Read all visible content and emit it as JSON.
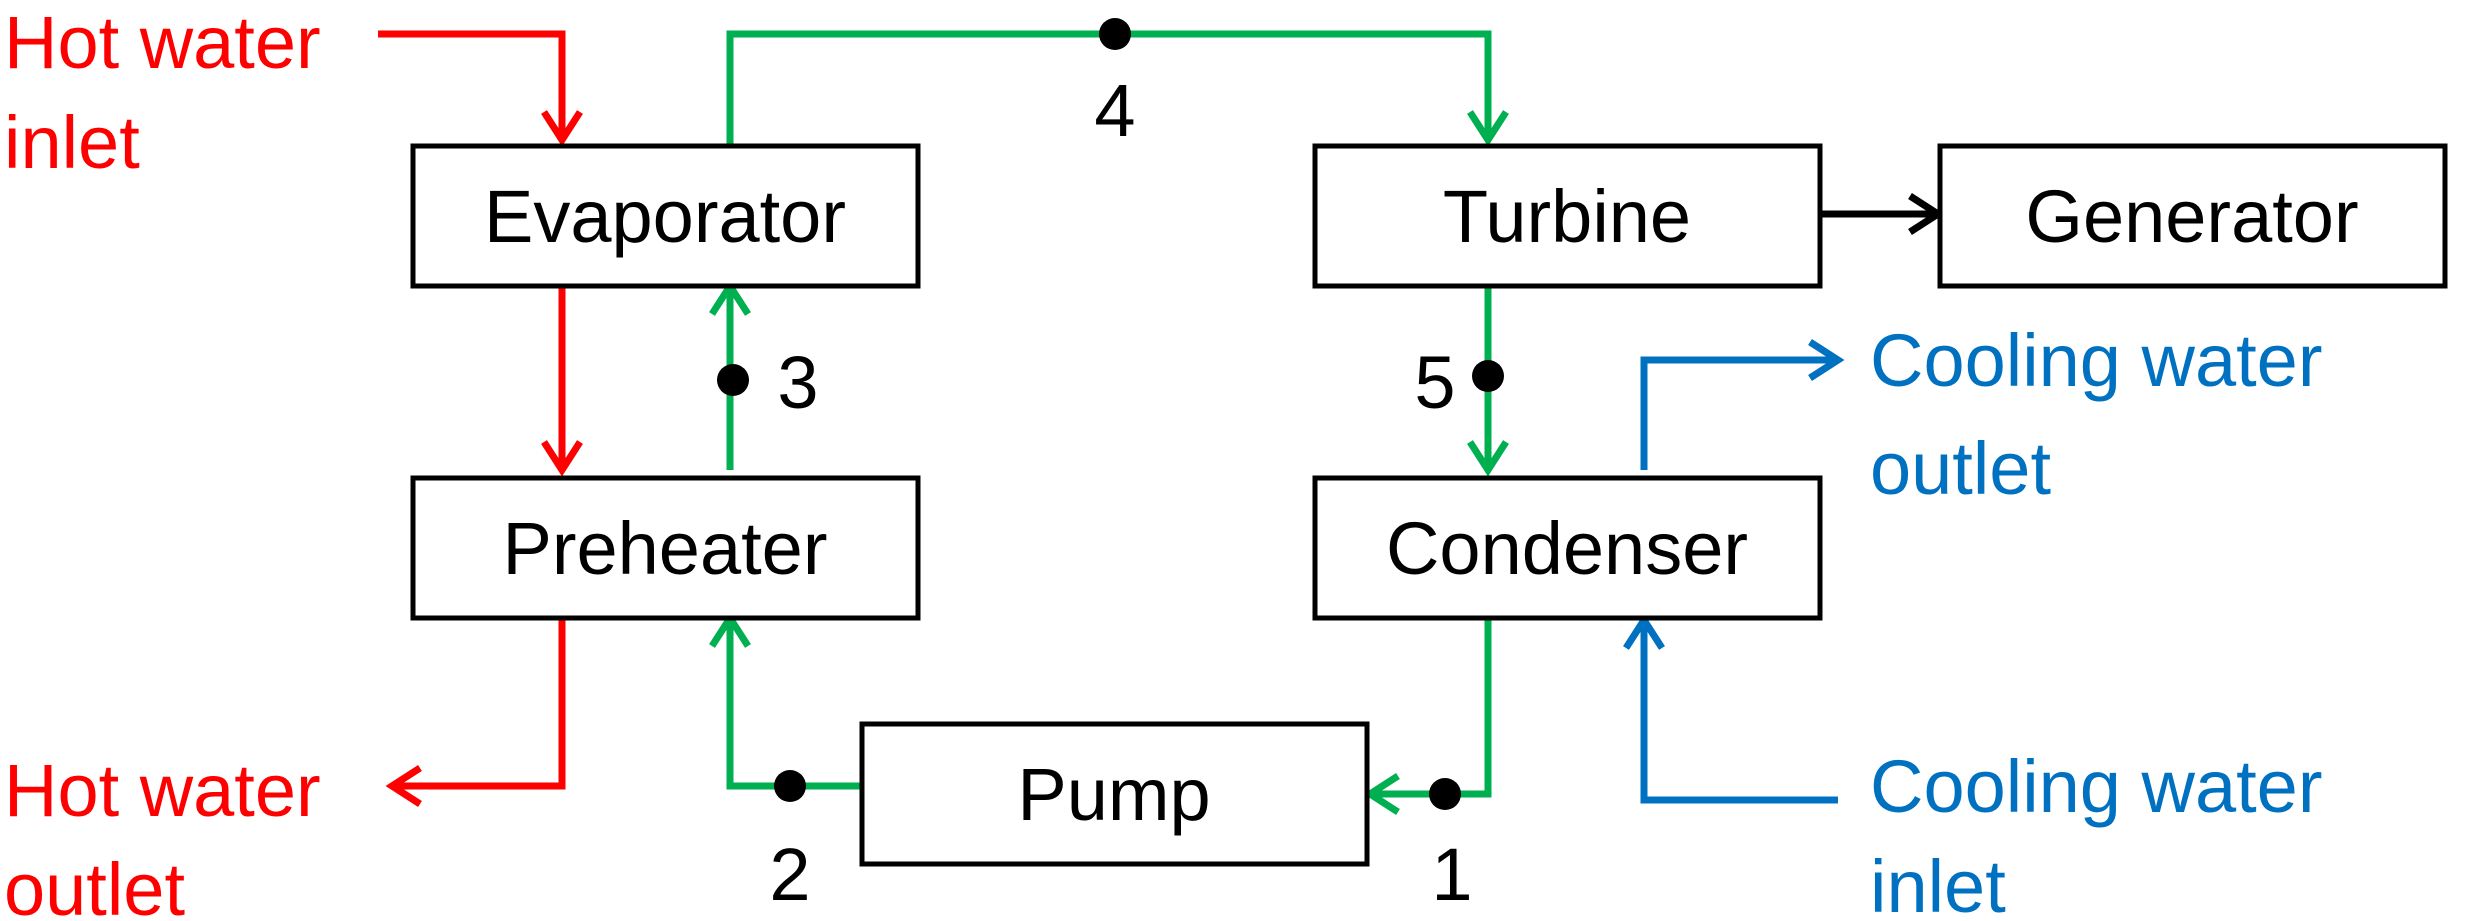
{
  "colors": {
    "hot": "#ff0000",
    "working_fluid": "#00b050",
    "cooling": "#0070c0",
    "shaft": "#000000"
  },
  "components": {
    "evaporator": "Evaporator",
    "turbine": "Turbine",
    "generator": "Generator",
    "preheater": "Preheater",
    "condenser": "Condenser",
    "pump": "Pump"
  },
  "state_points": {
    "p1": "1",
    "p2": "2",
    "p3": "3",
    "p4": "4",
    "p5": "5"
  },
  "streams": {
    "hot_inlet": [
      "Hot water",
      "inlet"
    ],
    "hot_outlet": [
      "Hot water",
      "outlet"
    ],
    "cooling_outlet": [
      "Cooling water",
      "outlet"
    ],
    "cooling_inlet": [
      "Cooling water",
      "inlet"
    ]
  }
}
